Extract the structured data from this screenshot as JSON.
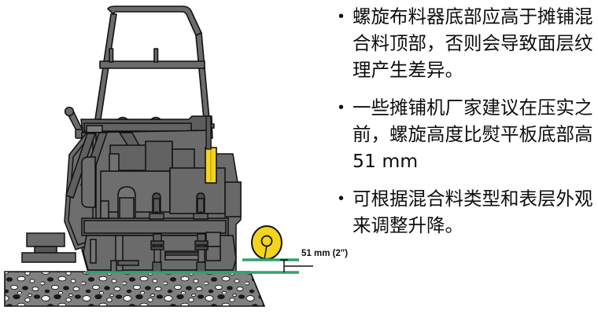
{
  "slide": {
    "background_color": "#ffffff"
  },
  "bullets": [
    {
      "marker": "•",
      "text": "螺旋布料器底部应高于摊铺混合料顶部，否则会导致面层纹理产生差异。"
    },
    {
      "marker": "•",
      "text": "一些摊铺机厂家建议在压实之前，螺旋高度比熨平板底部高 51 mm"
    },
    {
      "marker": "•",
      "text": "可根据混合料类型和表层外观来调整升降。"
    }
  ],
  "diagram": {
    "title": "asphalt-paver-screed-cross-section",
    "dimension_label": "51 mm (2\")",
    "colors": {
      "machine_body": "#6b6b6b",
      "machine_dark": "#4e4e4e",
      "machine_light": "#7d7d7d",
      "outline": "#111111",
      "auger_yellow": "#f2d41f",
      "cylinder_yellow": "#f2d41f",
      "reference_line_green": "#2fa36b",
      "asphalt_base": "#808080",
      "aggregate_light": "#ffffff",
      "aggregate_dark": "#1a1a1a"
    },
    "parts": [
      "canopy-rops-frame",
      "operator-control-lever",
      "left-step-platform",
      "screed-body",
      "hydraulic-cylinders",
      "auger-spreader",
      "asphalt-mat-layer",
      "reference-line-auger-bottom",
      "reference-line-screed-bottom",
      "dimension-arrow"
    ]
  }
}
